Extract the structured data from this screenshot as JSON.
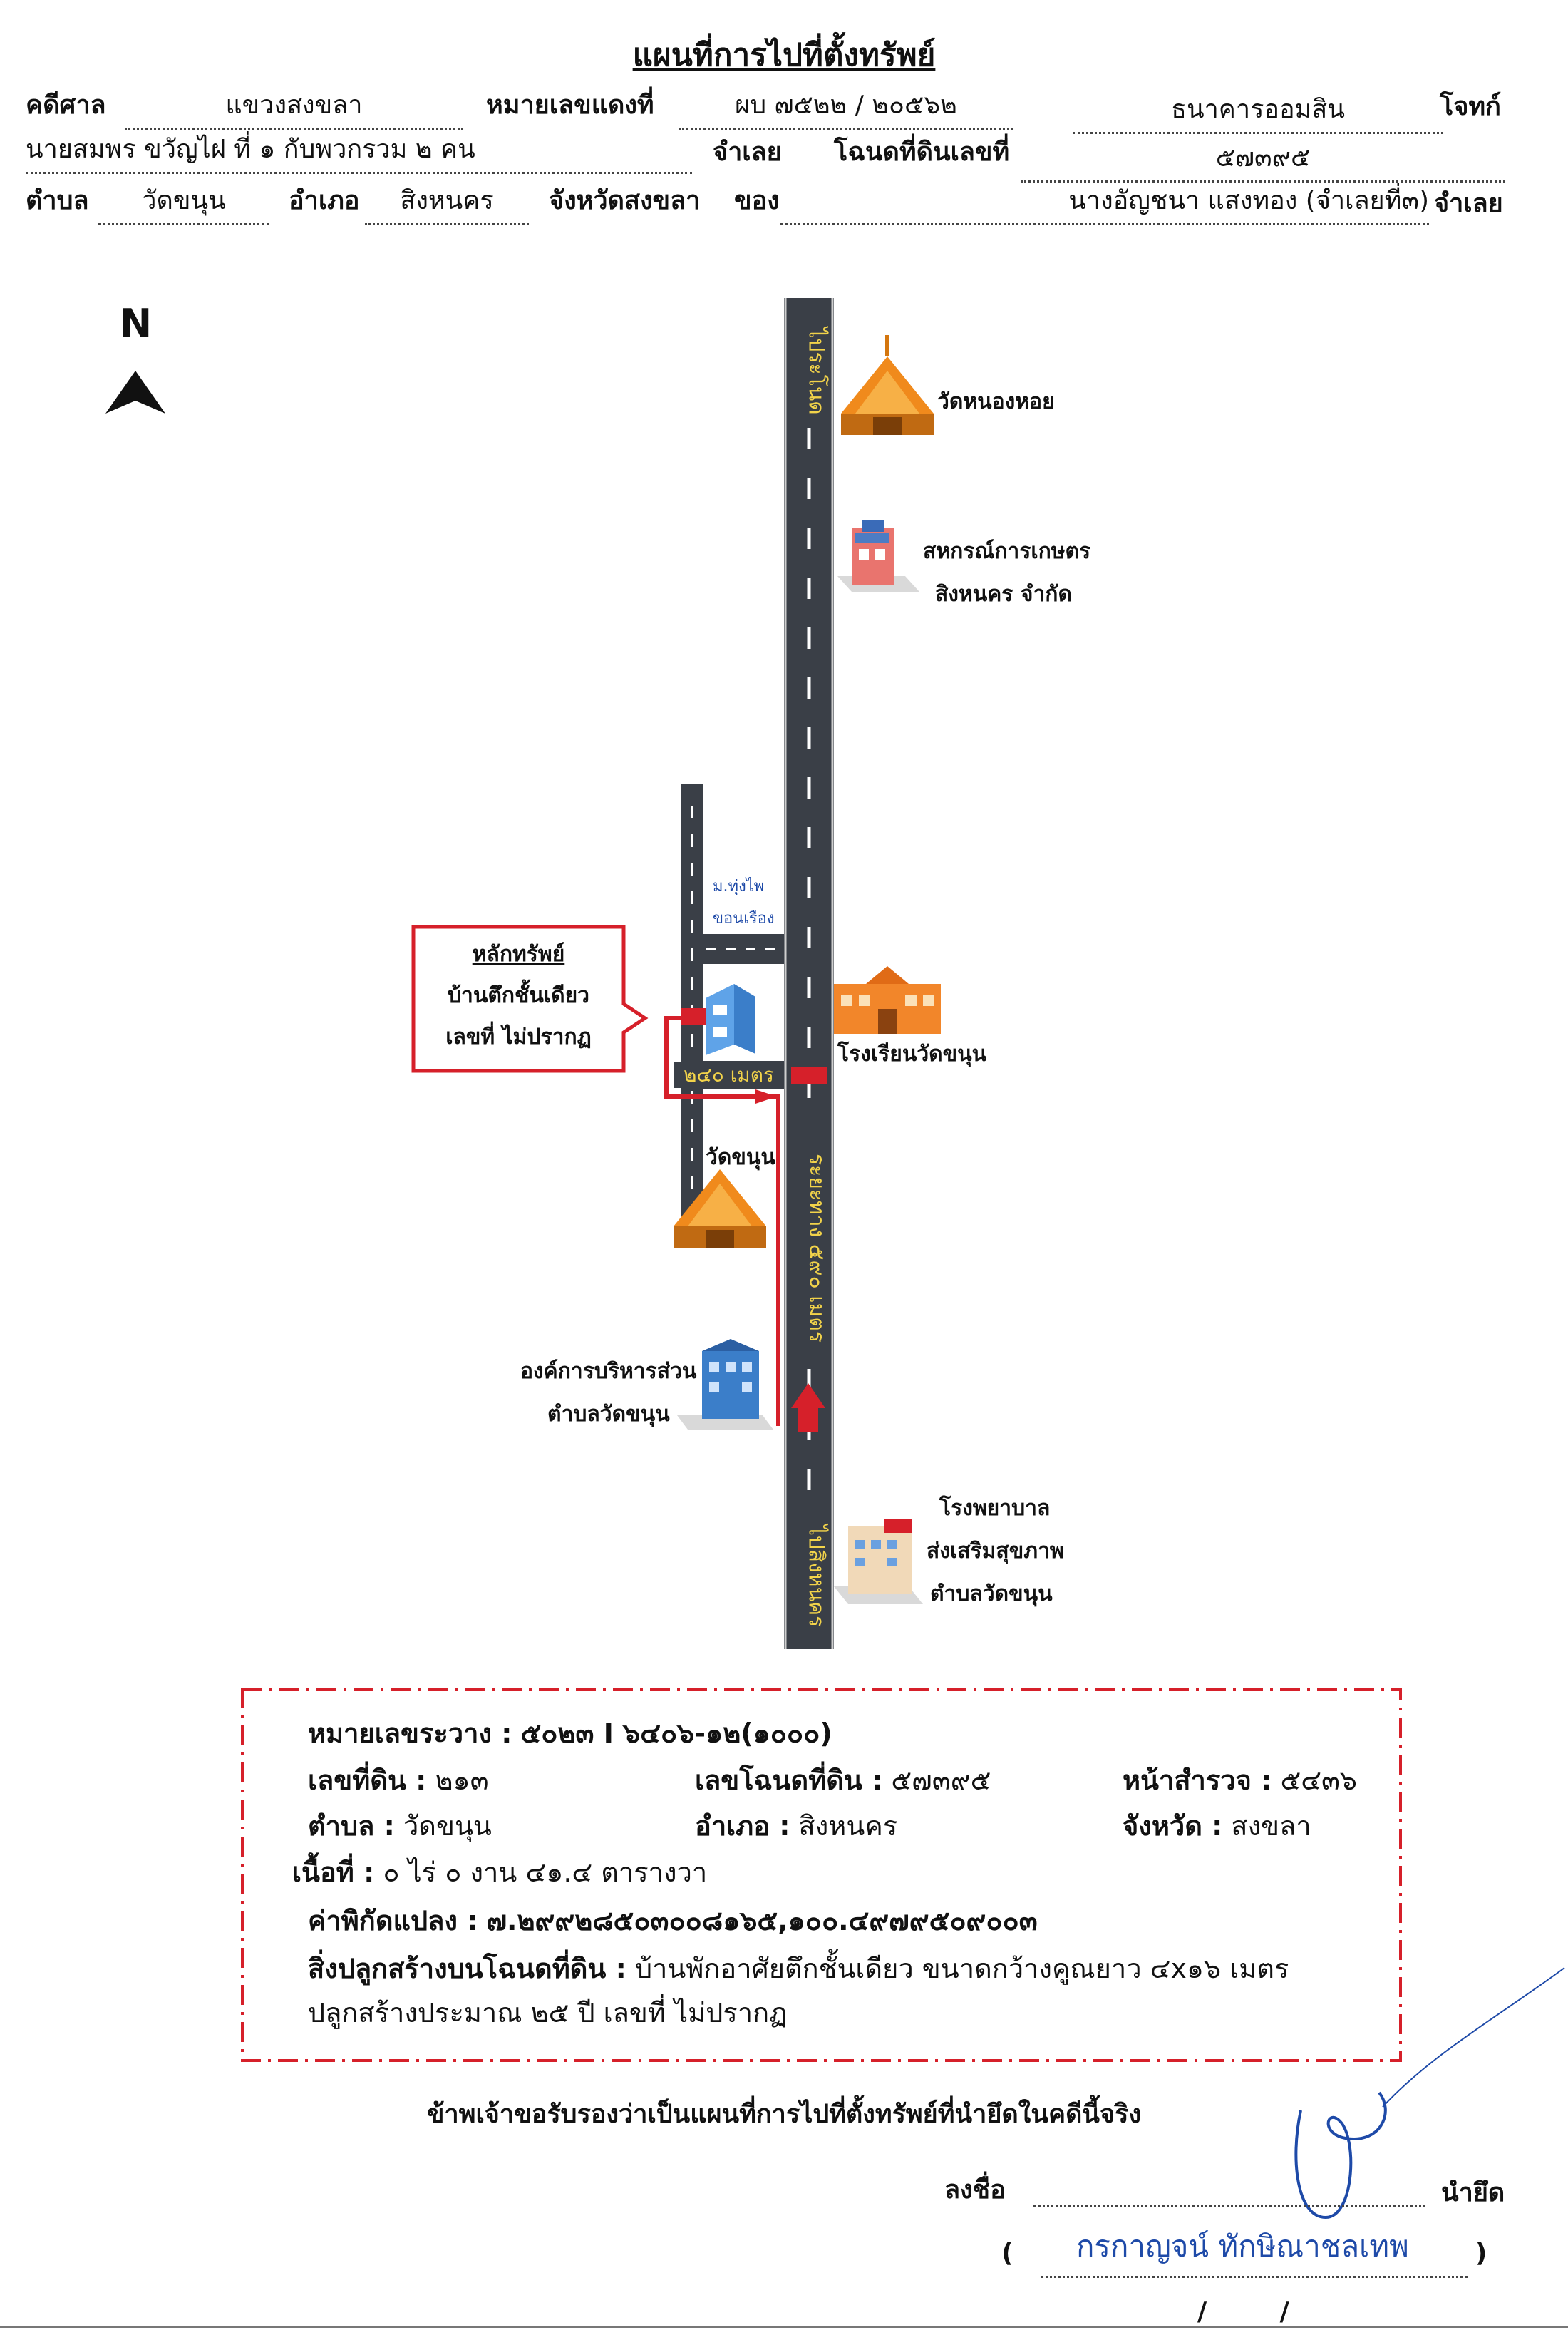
{
  "header": {
    "title": "แผนที่การไปที่ตั้งทรัพย์",
    "court_label": "คดีศาล",
    "court_value": "แขวงสงขลา",
    "case_no_label": "หมายเลขแดงที่",
    "case_no_value": "ผบ ๗๕๒๒ / ๒๐๕๖๒",
    "plaintiff_value": "ธนาคารออมสิน",
    "plaintiff_label": "โจทก์",
    "defendant_value": "นายสมพร ขวัญไฝ ที่ ๑ กับพวกรวม ๒ คน",
    "defendant_label": "จำเลย",
    "deed_label": "โฉนดที่ดินเลขที่",
    "deed_value": "๕๗๓๙๕",
    "subdistrict_label": "ตำบล",
    "subdistrict_value": "วัดขนุน",
    "district_label": "อำเภอ",
    "district_value": "สิงหนคร",
    "province_label": "จังหวัดสงขลา",
    "of_label": "ของ",
    "owner_value": "นางอัญชนา แสงทอง (จำเลยที่๓)",
    "owner_role": "จำเลย"
  },
  "map": {
    "north_label": "N",
    "road_top_label": "ไประโนด",
    "road_bottom_label": "ไปสิงหนคร",
    "distance_main_label": "ระยะทาง ๕๙๐ เมตร",
    "distance_side_label": "๒๔๐ เมตร",
    "handwritten_note_1": "ม.ทุ่งไพ",
    "handwritten_note_2": "ขอนเรือง",
    "property_box": {
      "title": "หลักทรัพย์",
      "line1": "บ้านตึกชั้นเดียว",
      "line2": "เลขที่ ไม่ปรากฏ"
    },
    "landmarks": {
      "wat_nong_hoi": "วัดหนองหอย",
      "coop_line1": "สหกรณ์การเกษตร",
      "coop_line2": "สิงหนคร จำกัด",
      "school": "โรงเรียนวัดขนุน",
      "wat_khanun": "วัดขนุน",
      "sao_line1": "องค์การบริหารส่วน",
      "sao_line2": "ตำบลวัดขนุน",
      "hospital_line1": "โรงพยาบาล",
      "hospital_line2": "ส่งเสริมสุขภาพ",
      "hospital_line3": "ตำบลวัดขนุน"
    },
    "colors": {
      "road": "#3a3f47",
      "route": "#d6202a",
      "temple": "#f08a1c",
      "water": "#1e4aa8"
    }
  },
  "info": {
    "line1_label": "หมายเลขระวาง :",
    "line1_value": "๕๐๒๓ I ๖๔๐๖-๑๒(๑๐๐๐)",
    "land_no_label": "เลขที่ดิน :",
    "land_no_value": "๒๑๓",
    "deed_label": "เลขโฉนดที่ดิน :",
    "deed_value": "๕๗๓๙๕",
    "survey_label": "หน้าสำรวจ :",
    "survey_value": "๕๔๓๖",
    "subdistrict_label": "ตำบล :",
    "subdistrict_value": "วัดขนุน",
    "district_label": "อำเภอ :",
    "district_value": "สิงหนคร",
    "province_label": "จังหวัด :",
    "province_value": "สงขลา",
    "area_label": "เนื้อที่ :",
    "area_value": "๐ ไร่ ๐ งาน ๔๑.๔ ตารางวา",
    "coord_label": "ค่าพิกัดแปลง :",
    "coord_value": "๗.๒๙๙๒๘๕๐๓๐๐๘๑๖๕,๑๐๐.๔๙๗๙๕๐๙๐๐๓",
    "building_label": "สิ่งปลูกสร้างบนโฉนดที่ดิน :",
    "building_value": "บ้านพักอาศัยตึกชั้นเดียว ขนาดกว้างคูณยาว ๔x๑๖ เมตร",
    "building_value2": "ปลูกสร้างประมาณ ๒๕ ปี เลขที่ ไม่ปรากฏ"
  },
  "footer": {
    "certify": "ข้าพเจ้าขอรับรองว่าเป็นแผนที่การไปที่ตั้งทรัพย์ที่นำยึดในคดีนี้จริง",
    "sign_label": "ลงชื่อ",
    "sign_role": "นำยึด",
    "paren_open": "(",
    "signer_name": "กรกาญจน์ ทักษิณาชลเทพ",
    "paren_close": ")",
    "date_slashes": "/ /"
  }
}
